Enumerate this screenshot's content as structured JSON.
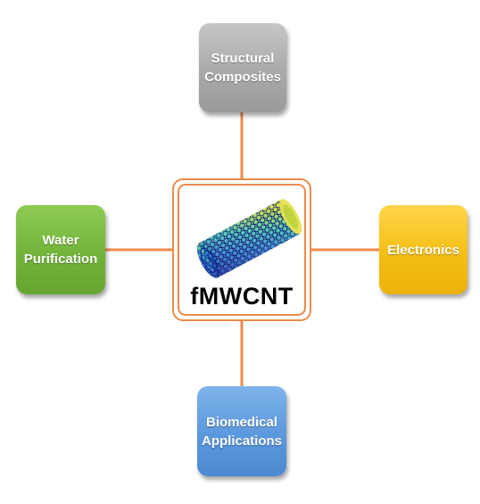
{
  "center": {
    "label": "fMWCNT",
    "image": "multi-walled carbon nanotube illustration"
  },
  "nodes": {
    "top": {
      "line1": "Structural",
      "line2": "Composites",
      "color": "#a9a9a9"
    },
    "left": {
      "line1": "Water",
      "line2": "Purification",
      "color": "#72b43a"
    },
    "right": {
      "line1": "Electronics",
      "color": "#f5be14"
    },
    "bottom": {
      "line1": "Biomedical",
      "line2": "Applications",
      "color": "#5b98dc"
    }
  },
  "connector_color": "#ee8a4c"
}
